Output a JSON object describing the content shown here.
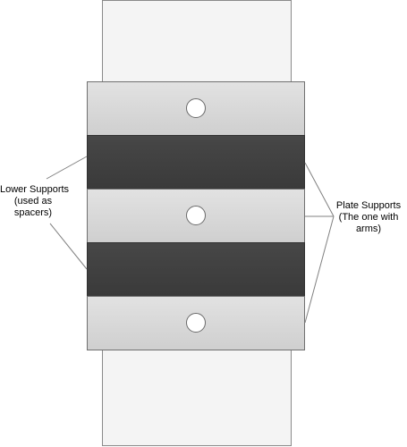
{
  "diagram": {
    "labels": {
      "lower_supports": {
        "lines": [
          "Lower Supports",
          "(used as",
          "spacers)"
        ]
      },
      "plate_supports": {
        "lines": [
          "Plate Supports",
          "(The one with",
          "arms)"
        ]
      }
    },
    "colors": {
      "background_plate": "#f4f4f4",
      "plate_support": "#d9d9d9",
      "lower_support": "#404040",
      "outline": "#707070",
      "bolt_hole": "#ffffff",
      "leader_line": "#808080"
    }
  }
}
